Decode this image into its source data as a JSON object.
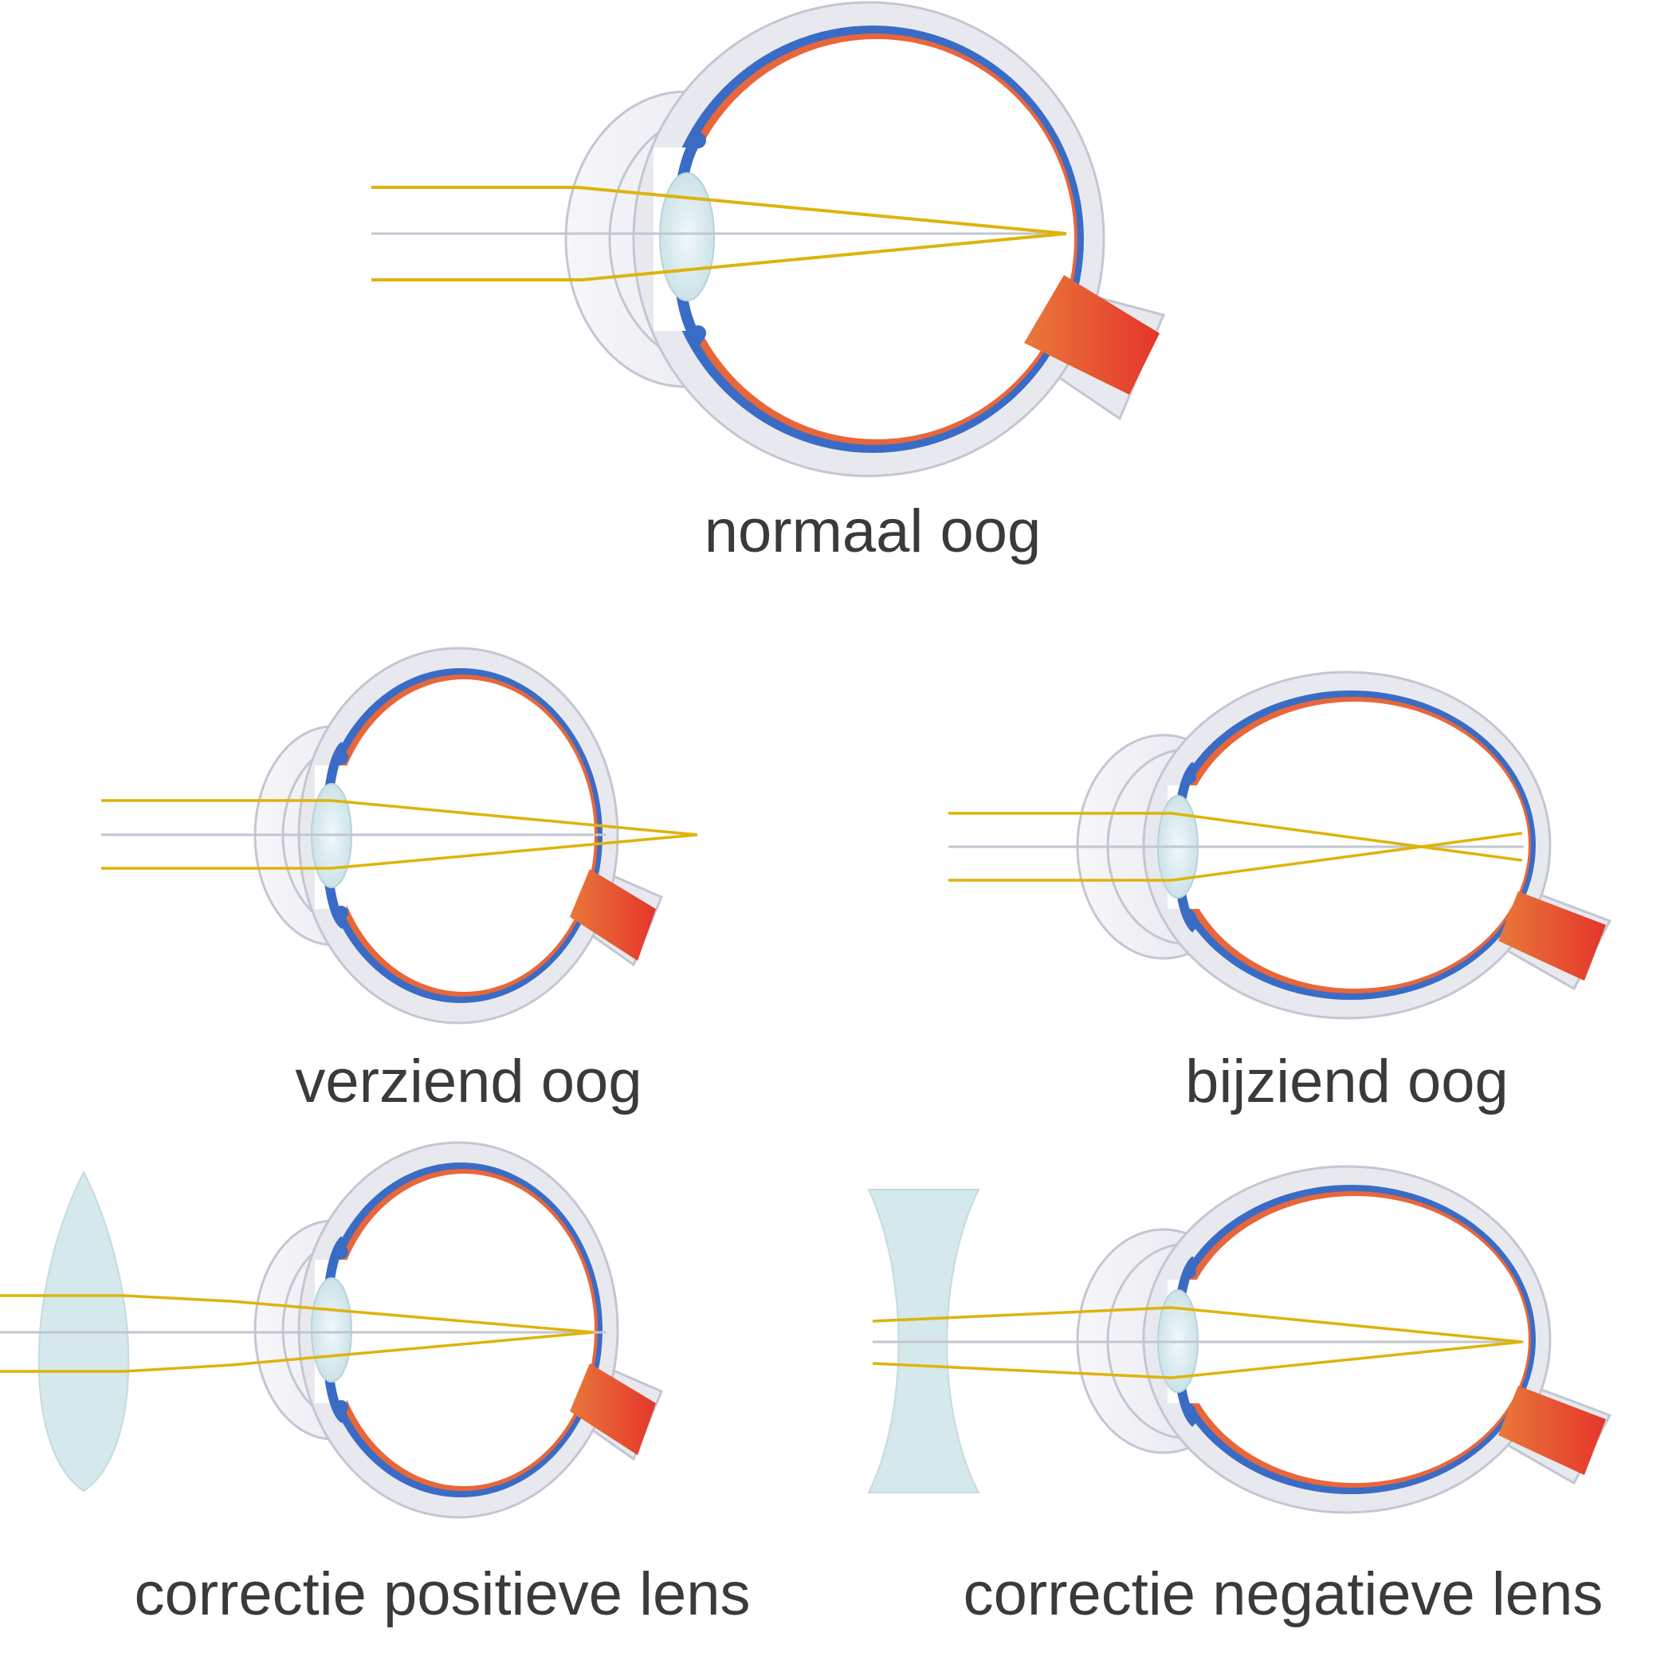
{
  "labels": {
    "normal": "normaal oog",
    "far": "verziend oog",
    "near": "bijziend oog",
    "pos": "correctie positieve lens",
    "neg": "correctie negatieve lens"
  },
  "colors": {
    "sclera_outer": "#e8e9ef",
    "sclera_stroke": "#c3c6d3",
    "choroid_blue": "#3a6cc6",
    "retina_orange": "#e8663a",
    "nerve_red": "#e53a2a",
    "lens_fill": "#d9ebef",
    "ray_yellow": "#ddb40a",
    "axis_gray": "#c2c6d1",
    "label_text": "#3a3a3a"
  }
}
